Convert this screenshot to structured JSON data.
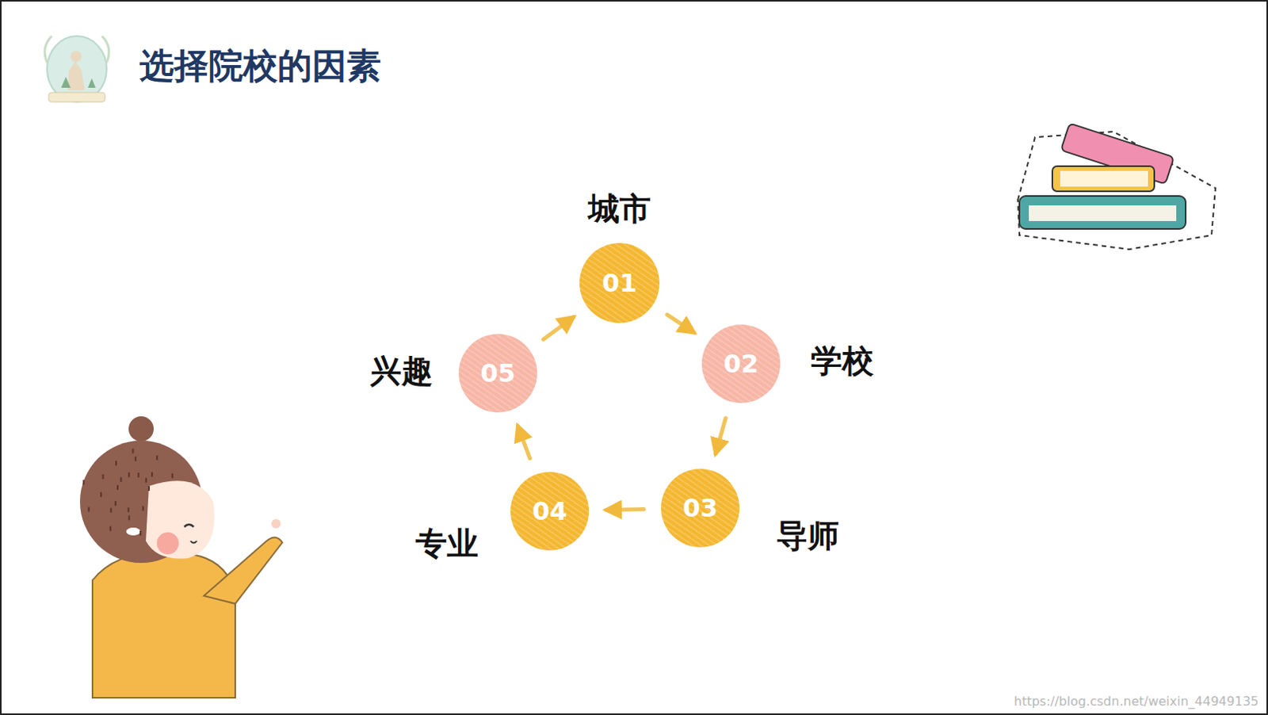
{
  "diagram": {
    "title": "选择院校的因素",
    "nodes": [
      {
        "text": [
          "城市",
          "01"
        ]
      },
      {
        "text": [
          "学校",
          "02"
        ]
      },
      {
        "text": [
          "导师",
          "03"
        ]
      },
      {
        "text": [
          "专业",
          "04"
        ]
      },
      {
        "text": [
          "兴趣",
          "05"
        ]
      }
    ],
    "edges": [
      {
        "from": 0,
        "to": 1,
        "arrow": "to"
      },
      {
        "from": 1,
        "to": 2,
        "arrow": "to"
      },
      {
        "from": 2,
        "to": 3,
        "arrow": "to"
      },
      {
        "from": 3,
        "to": 4,
        "arrow": "to"
      },
      {
        "from": 4,
        "to": 0,
        "arrow": "to"
      }
    ],
    "labels": [
      "https://blog.csdn.net/weixin_44949135"
    ]
  }
}
